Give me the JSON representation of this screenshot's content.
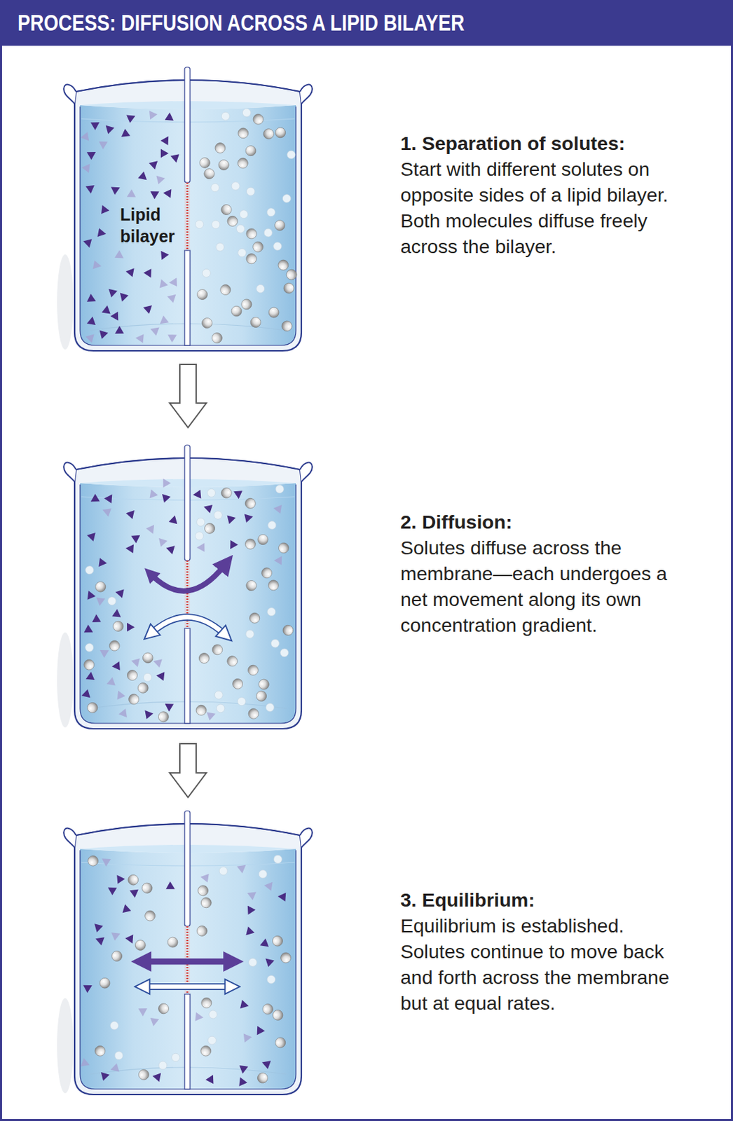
{
  "diagram": {
    "title": "PROCESS: DIFFUSION ACROSS A LIPID BILAYER",
    "nodes": [
      {
        "text": [
          "1. Separation of solutes:",
          "Start with different solutes on opposite sides of a lipid bilayer. Both molecules diffuse freely across the bilayer."
        ]
      },
      {
        "text": [
          "2. Diffusion:",
          "Solutes diffuse across the membrane—each undergoes a net movement along its own concentration gradient."
        ]
      },
      {
        "text": [
          "3. Equilibrium:",
          "Equilibrium is established. Solutes continue to move back and forth across the membrane but at equal rates."
        ]
      }
    ],
    "edges": [
      {
        "from": 0,
        "to": 1,
        "arrow": "to"
      },
      {
        "from": 1,
        "to": 2,
        "arrow": "to"
      }
    ],
    "labels": [
      "Lipid bilayer"
    ]
  }
}
